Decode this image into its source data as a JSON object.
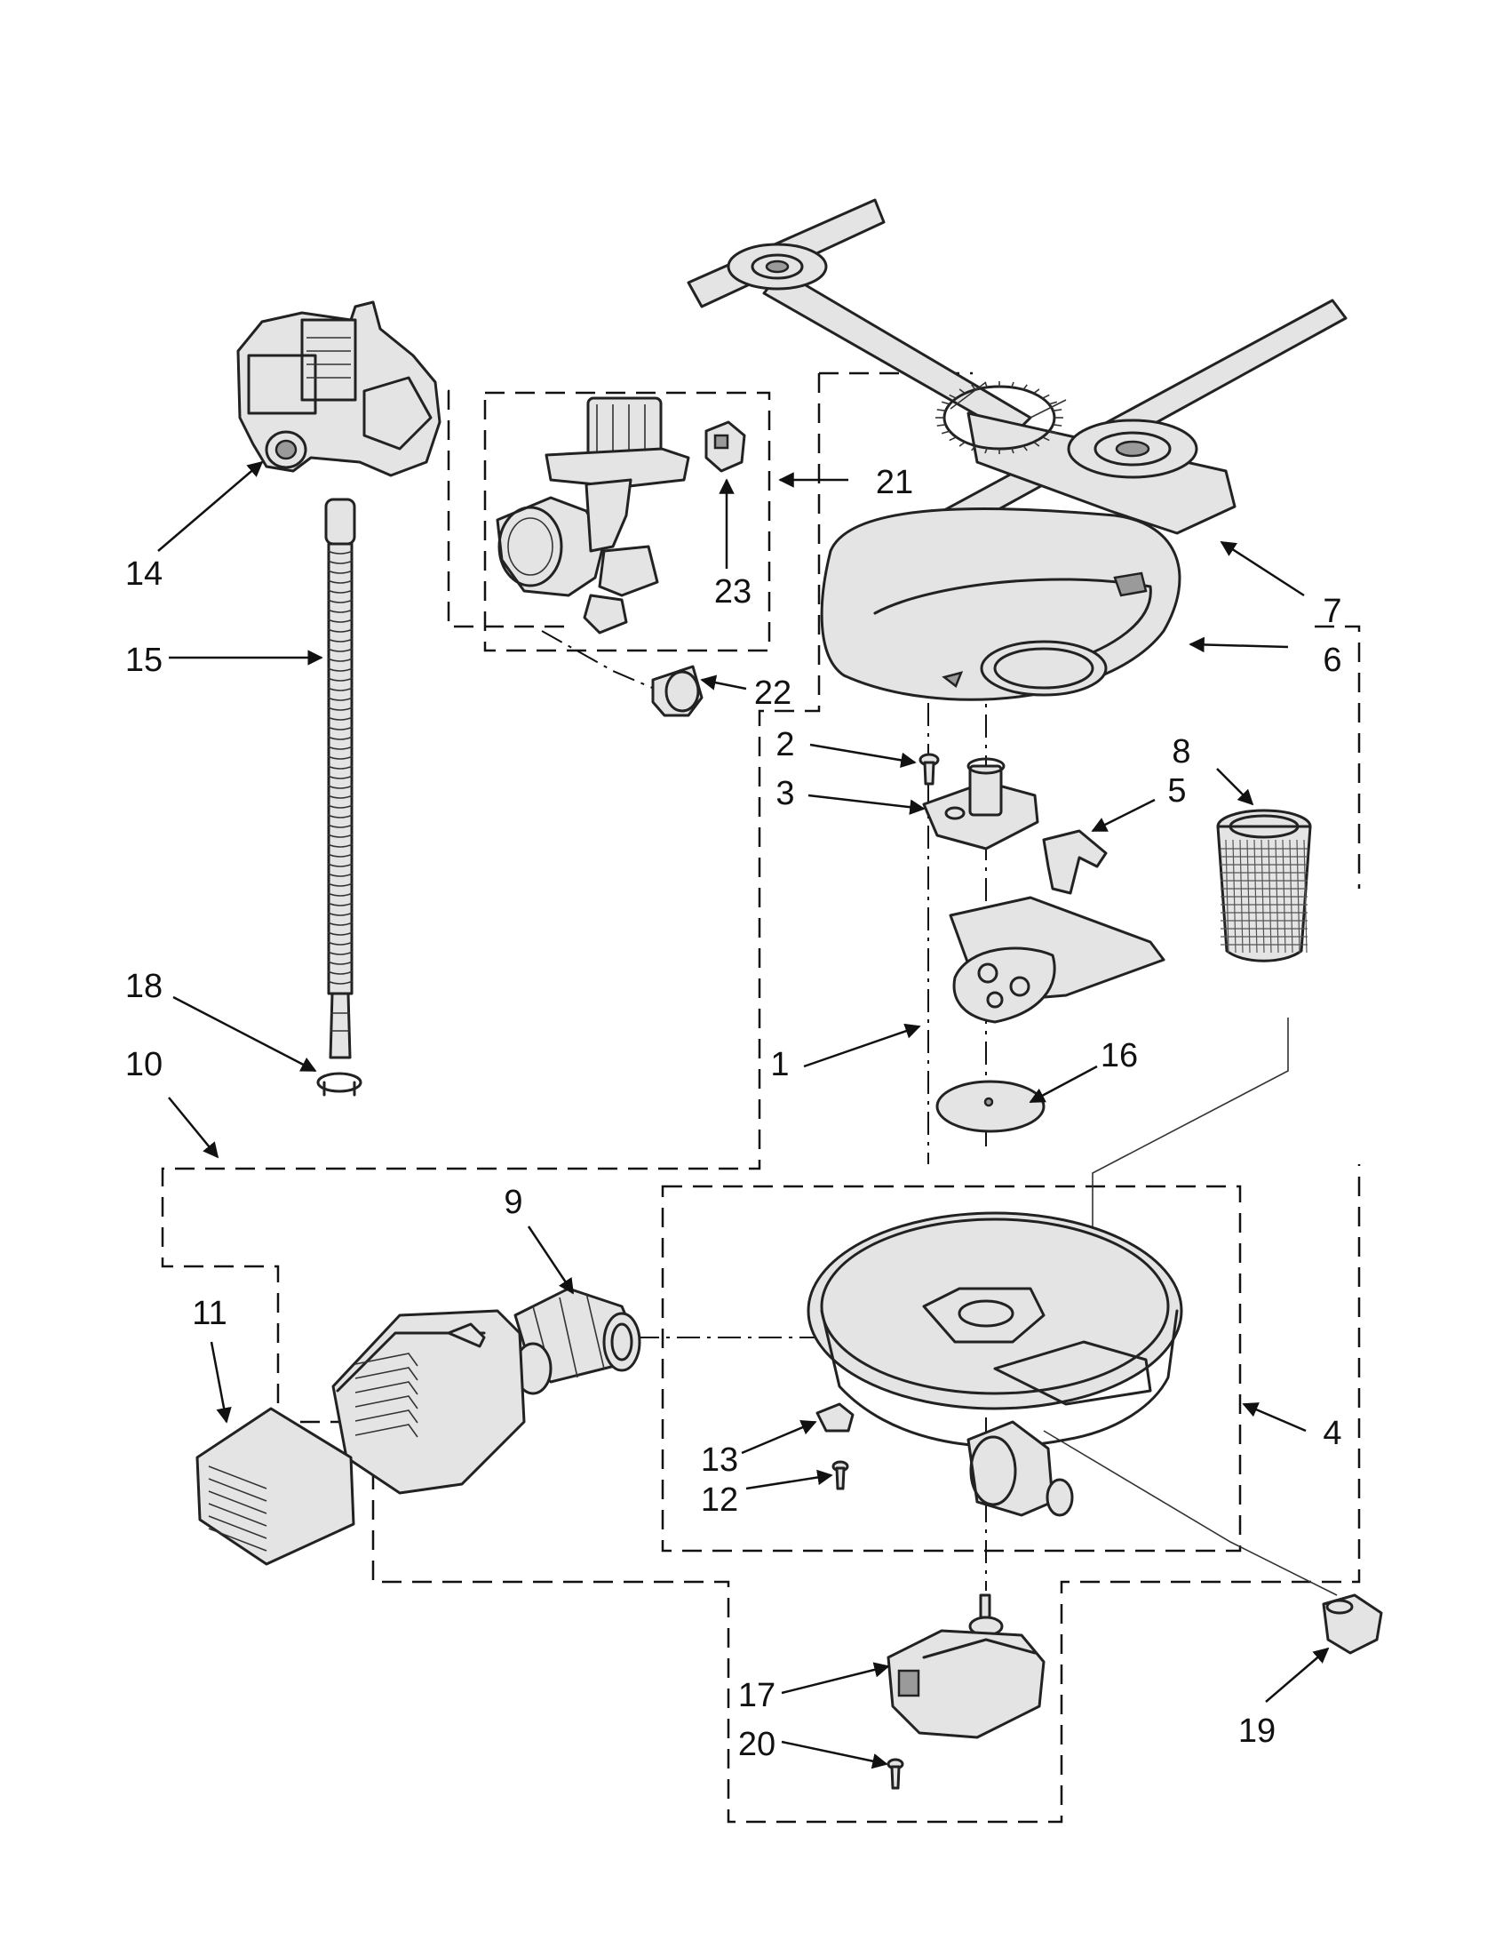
{
  "diagram": {
    "labels": [
      {
        "id": "lbl-1",
        "text": "1"
      },
      {
        "id": "lbl-2",
        "text": "2"
      },
      {
        "id": "lbl-3",
        "text": "3"
      },
      {
        "id": "lbl-4",
        "text": "4"
      },
      {
        "id": "lbl-5",
        "text": "5"
      },
      {
        "id": "lbl-6",
        "text": "6"
      },
      {
        "id": "lbl-7",
        "text": "7"
      },
      {
        "id": "lbl-8",
        "text": "8"
      },
      {
        "id": "lbl-9",
        "text": "9"
      },
      {
        "id": "lbl-10",
        "text": "10"
      },
      {
        "id": "lbl-11",
        "text": "11"
      },
      {
        "id": "lbl-12",
        "text": "12"
      },
      {
        "id": "lbl-13",
        "text": "13"
      },
      {
        "id": "lbl-14",
        "text": "14"
      },
      {
        "id": "lbl-15",
        "text": "15"
      },
      {
        "id": "lbl-16",
        "text": "16"
      },
      {
        "id": "lbl-17",
        "text": "17"
      },
      {
        "id": "lbl-18",
        "text": "18"
      },
      {
        "id": "lbl-19",
        "text": "19"
      },
      {
        "id": "lbl-20",
        "text": "20"
      },
      {
        "id": "lbl-21",
        "text": "21"
      },
      {
        "id": "lbl-22",
        "text": "22"
      },
      {
        "id": "lbl-23",
        "text": "23"
      }
    ],
    "colors": {
      "line": "#111111",
      "fill": "#e4e4e4",
      "background": "#ffffff"
    }
  }
}
